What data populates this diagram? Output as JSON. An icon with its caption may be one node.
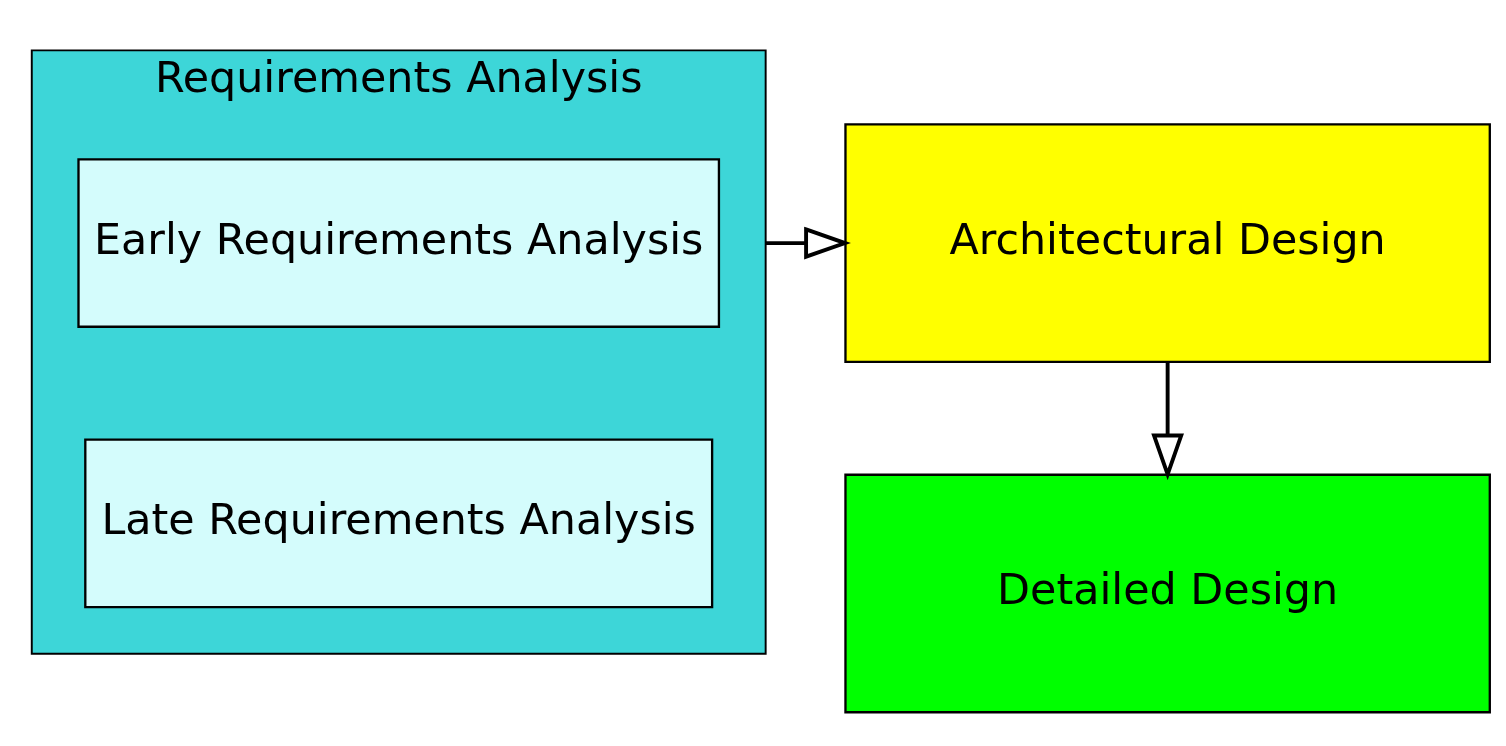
{
  "diagram": {
    "nodes": [
      {
        "text": [
          "Requirements Analysis"
        ]
      },
      {
        "text": [
          "Early Requirements Analysis"
        ],
        "in": 0
      },
      {
        "text": [
          "Late Requirements Analysis"
        ],
        "in": 0
      },
      {
        "text": [
          "Architectural Design"
        ]
      },
      {
        "text": [
          "Detailed Design"
        ]
      }
    ],
    "edges": [
      {
        "from": 0,
        "to": 3,
        "arrow": "to"
      },
      {
        "from": 3,
        "to": 4,
        "arrow": "to"
      }
    ]
  }
}
